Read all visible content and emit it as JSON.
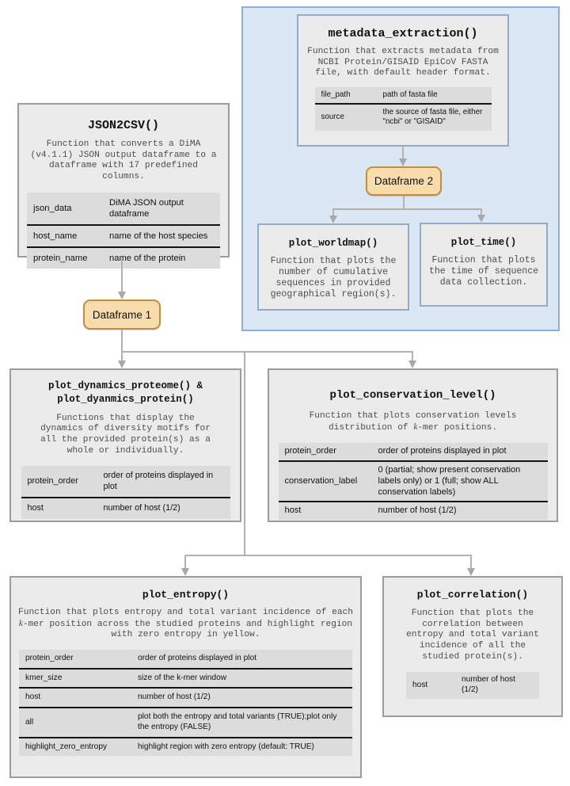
{
  "diagram": {
    "badges": {
      "dataframe1": "Dataframe 1",
      "dataframe2": "Dataframe 2"
    },
    "colors": {
      "panel_fill": "#dbe7f5",
      "panel_border": "#8fafd4",
      "box_fill": "#ebebeb",
      "table_row_fill": "#dcdcdc",
      "badge_fill": "#f9dcab",
      "badge_border": "#c28e3e",
      "connector": "#b2b2b2"
    },
    "boxes": {
      "metadata_extraction": {
        "title": "metadata_extraction()",
        "description": "Function that extracts metadata from NCBI Protein/GISAID EpiCoV FASTA file, with default header format.",
        "params": [
          {
            "name": "file_path",
            "desc": "path of fasta file"
          },
          {
            "name": "source",
            "desc": "the source of fasta file, either \"ncbi\" or \"GISAID\""
          }
        ]
      },
      "json2csv": {
        "title": "JSON2CSV()",
        "description": "Function that converts a DiMA (v4.1.1) JSON output dataframe to a dataframe with 17 predefined columns.",
        "params": [
          {
            "name": "json_data",
            "desc": "DiMA JSON output dataframe"
          },
          {
            "name": "host_name",
            "desc": "name of the host species"
          },
          {
            "name": "protein_name",
            "desc": "name of the protein"
          }
        ]
      },
      "plot_worldmap": {
        "title": "plot_worldmap()",
        "description": "Function that plots the number of cumulative sequences in provided geographical region(s)."
      },
      "plot_time": {
        "title": "plot_time()",
        "description": "Function that plots the time of sequence data collection."
      },
      "plot_dynamics": {
        "title": "plot_dynamics_proteome() & plot_dyanmics_protein()",
        "description": "Functions that display the dynamics of diversity motifs for all the provided protein(s) as a whole or individually.",
        "params": [
          {
            "name": "protein_order",
            "desc": "order of proteins displayed in plot"
          },
          {
            "name": "host",
            "desc": "number of host (1/2)"
          }
        ]
      },
      "plot_conservation_level": {
        "title": "plot_conservation_level()",
        "description": "Function that plots conservation levels distribution of k-mer positions.",
        "params": [
          {
            "name": "protein_order",
            "desc": "order of proteins displayed in plot"
          },
          {
            "name": "conservation_label",
            "desc": "0 (partial; show present conservation labels only) or 1 (full; show ALL conservation labels)"
          },
          {
            "name": "host",
            "desc": "number of host (1/2)"
          }
        ]
      },
      "plot_entropy": {
        "title": "plot_entropy()",
        "description": "Function that plots entropy and total variant incidence of each k-mer position across the studied proteins and highlight region with zero entropy in yellow.",
        "params": [
          {
            "name": "protein_order",
            "desc": "order of proteins displayed in plot"
          },
          {
            "name": "kmer_size",
            "desc": "size of the k-mer window"
          },
          {
            "name": "host",
            "desc": "number of host (1/2)"
          },
          {
            "name": "all",
            "desc": "plot both the entropy and total variants (TRUE);plot only the entropy (FALSE)"
          },
          {
            "name": "highlight_zero_entropy",
            "desc": "highlight region with zero entropy (default: TRUE)"
          }
        ]
      },
      "plot_correlation": {
        "title": "plot_correlation()",
        "description": "Function that plots the correlation between entropy and total variant incidence of all the studied protein(s).",
        "params": [
          {
            "name": "host",
            "desc": "number of host (1/2)"
          }
        ]
      }
    }
  }
}
